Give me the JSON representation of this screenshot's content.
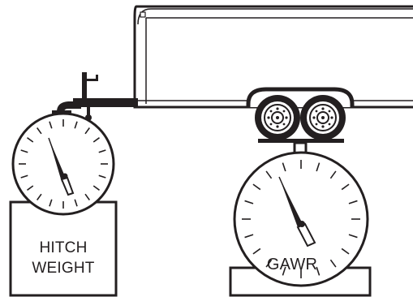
{
  "labels": {
    "hitch_weight_line1": "HITCH",
    "hitch_weight_line2": "WEIGHT",
    "gawr": "GAWR"
  },
  "gauges": {
    "hitch": {
      "tick_count": 20
    },
    "gawr": {
      "tick_count": 20
    }
  },
  "colors": {
    "ink": "#231f20",
    "paper": "#ffffff"
  }
}
